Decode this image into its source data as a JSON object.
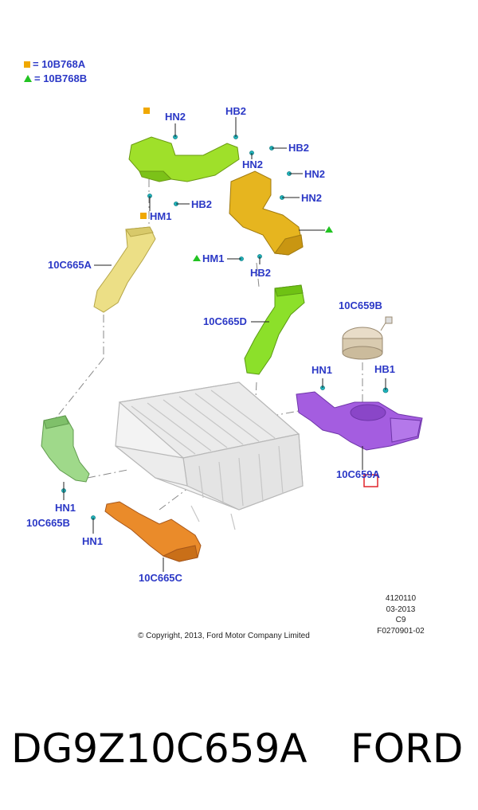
{
  "legend": [
    {
      "marker": "square",
      "color": "#f0a800",
      "text": "= 10B768A"
    },
    {
      "marker": "triangle",
      "color": "#22c322",
      "text": "= 10B768B"
    }
  ],
  "callouts": {
    "hn2_top": "HN2",
    "hb2_top": "HB2",
    "hb2_r1": "HB2",
    "hn2_r1": "HN2",
    "hn2_r2": "HN2",
    "hb2_left": "HB2",
    "hn2_r3": "HN2",
    "hm1_left": "HM1",
    "hm1_mid": "HM1",
    "hb2_mid": "HB2",
    "part_10c665a": "10C665A",
    "part_10c665d": "10C665D",
    "part_10c659b": "10C659B",
    "hn1_right": "HN1",
    "hb1_right": "HB1",
    "part_10c659a": "10C659A",
    "hn1_left": "HN1",
    "part_10c665b": "10C665B",
    "hn1_bottom": "HN1",
    "part_10c665c": "10C665C"
  },
  "meta": {
    "line1": "4120110",
    "line2": "03-2013",
    "line3": "C9",
    "line4": "F0270901-02"
  },
  "copyright": "© Copyright, 2013, Ford Motor Company Limited",
  "footer": {
    "part_number": "DG9Z10C659A",
    "brand": "FORD"
  },
  "colors": {
    "label_blue": "#2b38c6",
    "duct_green_top": "#9fe02a",
    "duct_amber": "#e6b51f",
    "duct_pale_yellow": "#ecdf86",
    "duct_green_mid": "#8ce02a",
    "duct_purple": "#a45de0",
    "duct_light_green": "#9fd98a",
    "duct_orange": "#ea8b2a",
    "highlight_red": "#e0242a"
  },
  "icons": [
    "square-marker-icon",
    "triangle-marker-icon",
    "fastener-icon"
  ]
}
